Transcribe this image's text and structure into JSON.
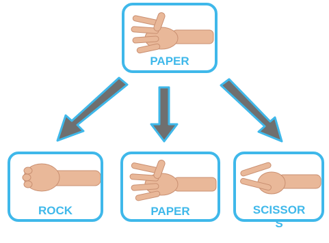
{
  "diagram": {
    "top": {
      "label": "PAPER",
      "icon": "open-hand-icon"
    },
    "choices": [
      {
        "label": "ROCK",
        "icon": "fist-icon"
      },
      {
        "label": "PAPER",
        "icon": "open-hand-icon"
      },
      {
        "label": "SCISSORS",
        "icon": "scissors-hand-icon"
      }
    ],
    "colors": {
      "border": "#3fb8ea",
      "label": "#3fb8ea",
      "arrow_fill": "#6f6f6f",
      "arrow_outline": "#3fb8ea",
      "skin": "#e9b899"
    }
  }
}
